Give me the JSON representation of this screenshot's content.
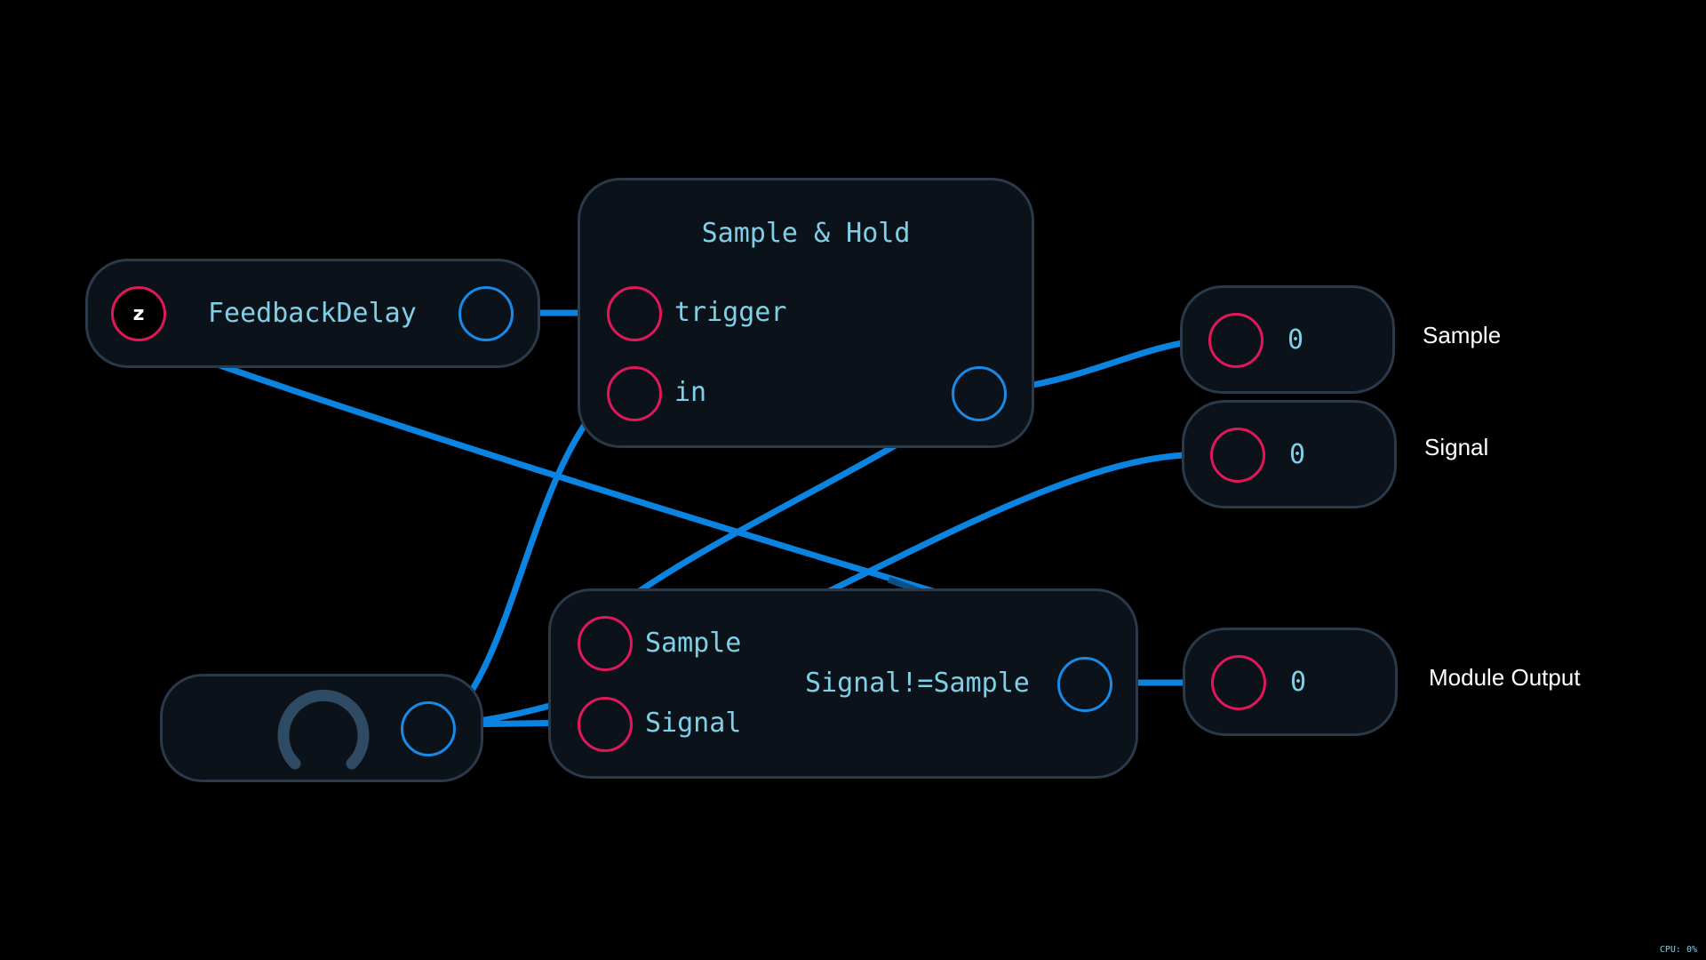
{
  "nodes": {
    "feedback_delay": {
      "title": "FeedbackDelay",
      "port_letter": "z"
    },
    "sample_hold": {
      "title": "Sample & Hold",
      "inputs": [
        "trigger",
        "in"
      ]
    },
    "compare": {
      "title": "Signal!=Sample",
      "inputs": [
        "Sample",
        "Signal"
      ]
    },
    "outputs": [
      {
        "value": "0",
        "label": "Sample"
      },
      {
        "value": "0",
        "label": "Signal"
      },
      {
        "value": "0",
        "label": "Module Output"
      }
    ]
  },
  "status": {
    "cpu": "CPU: 0%"
  },
  "colors": {
    "background": "#000000",
    "node_fill": "#0c121a",
    "node_border": "#2a3a4a",
    "text": "#7fd0e6",
    "input_port": "#e0185a",
    "output_port": "#1a8ae8",
    "wire_bright": "#0a84e0",
    "wire_dim": "#0c4f86",
    "knob": "#2f4b63"
  }
}
